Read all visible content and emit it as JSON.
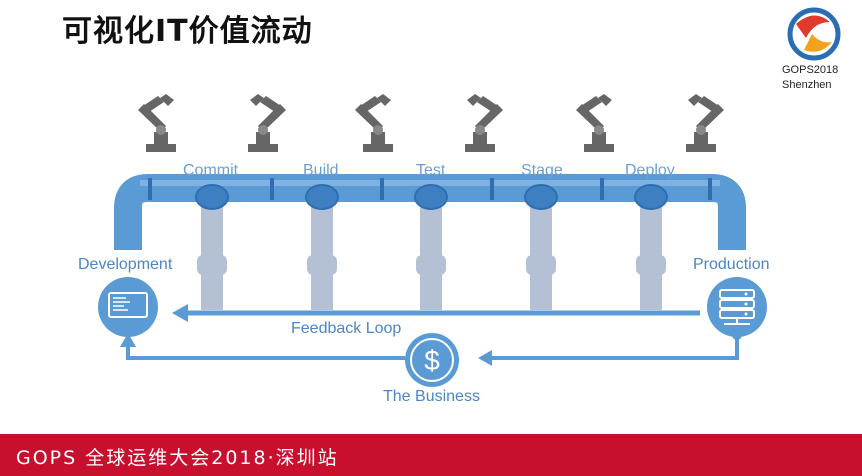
{
  "title": "可视化IT价值流动",
  "logo": {
    "line1": "GOPS2018",
    "line2": "Shenzhen"
  },
  "stages": [
    "Commit",
    "Build",
    "Test",
    "Stage",
    "Deploy"
  ],
  "nodes": {
    "left": "Development",
    "right": "Production"
  },
  "loops": {
    "feedback": "Feedback Loop",
    "business": "The Business"
  },
  "footer": "GOPS 全球运维大会2018·深圳站",
  "colors": {
    "pipe": "#5b9bd5",
    "column": "#b4c0d4",
    "robot": "#666666",
    "footer": "#c8102e"
  }
}
